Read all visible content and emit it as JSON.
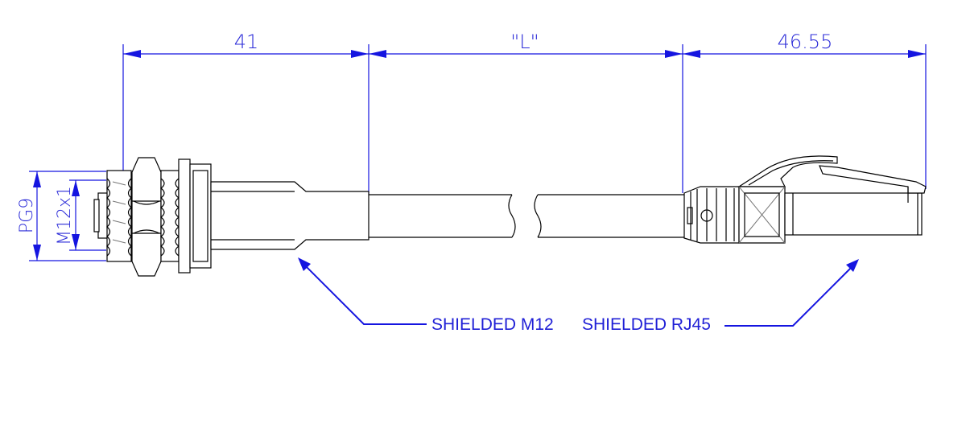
{
  "dimensions": {
    "m12_length": "41",
    "cable_length": "\"L\"",
    "rj45_length": "46.55",
    "thread_outer": "PG9",
    "thread_inner": "M12x1"
  },
  "labels": {
    "m12": "SHIELDED M12",
    "rj45": "SHIELDED RJ45"
  },
  "colors": {
    "dimension": "#1515e0",
    "outline": "#000000"
  }
}
